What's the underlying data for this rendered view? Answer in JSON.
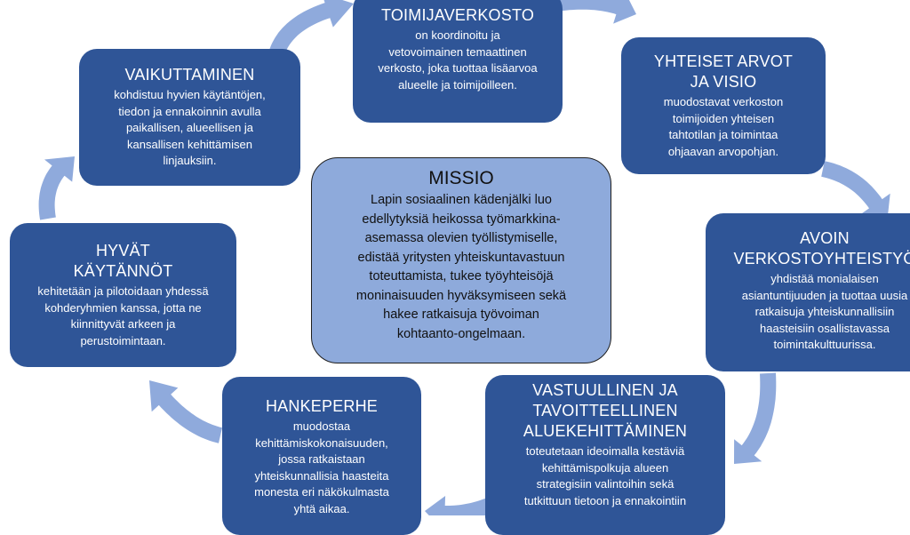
{
  "diagram": {
    "center": {
      "title": "MISSIO",
      "text_lines": [
        "Lapin sosiaalinen kädenjälki luo",
        "edellytyksiä heikossa työmarkkina-",
        "asemassa olevien työllistymiselle,",
        "edistää yritysten yhteiskuntavastuun",
        "toteuttamista, tukee työyhteisöjä",
        "moninaisuuden hyväksymiseen sekä",
        "hakee ratkaisuja työvoiman",
        "kohtaanto-ongelmaan."
      ]
    },
    "nodes": [
      {
        "id": "toimijaverkosto",
        "title_lines": [
          "TOIMIJAVERKOSTO"
        ],
        "text_lines": [
          "on koordinoitu ja",
          "vetovoimainen temaattinen",
          "verkosto, joka tuottaa lisäarvoa",
          "alueelle ja toimijoilleen."
        ]
      },
      {
        "id": "yhteiset-arvot",
        "title_lines": [
          "YHTEISET ARVOT",
          "JA VISIO"
        ],
        "text_lines": [
          "muodostavat verkoston",
          "toimijoiden yhteisen",
          "tahtotilan ja toimintaa",
          "ohjaavan arvopohjan."
        ]
      },
      {
        "id": "avoin-verkostoyhteistyo",
        "title_lines": [
          "AVOIN",
          "VERKOSTOYHTEISTYÖ"
        ],
        "text_lines": [
          "yhdistää monialaisen",
          "asiantuntijuuden ja tuottaa uusia",
          "ratkaisuja yhteiskunnallisiin",
          "haasteisiin osallistavassa",
          "toimintakulttuurissa."
        ]
      },
      {
        "id": "vastuullinen",
        "title_lines": [
          "VASTUULLINEN JA",
          "TAVOITTEELLINEN",
          "ALUEKEHITTÄMINEN"
        ],
        "text_lines": [
          "toteutetaan ideoimalla kestäviä",
          "kehittämispolkuja alueen",
          "strategisiin valintoihin sekä",
          "tutkittuun tietoon ja ennakointiin"
        ]
      },
      {
        "id": "hankeperhe",
        "title_lines": [
          "HANKEPERHE"
        ],
        "text_lines": [
          "muodostaa",
          "kehittämiskokonaisuuden,",
          "jossa ratkaistaan",
          "yhteiskunnallisia haasteita",
          "monesta eri näkökulmasta",
          "yhtä aikaa."
        ]
      },
      {
        "id": "hyvat-kaytannot",
        "title_lines": [
          "HYVÄT",
          "KÄYTÄNNÖT"
        ],
        "text_lines": [
          "kehitetään ja pilotoidaan yhdessä",
          "kohderyhmien kanssa, jotta ne",
          "kiinnittyvät arkeen ja",
          "perustoimintaan."
        ]
      },
      {
        "id": "vaikuttaminen",
        "title_lines": [
          "VAIKUTTAMINEN"
        ],
        "text_lines": [
          "kohdistuu hyvien käytäntöjen,",
          "tiedon ja ennakoinnin avulla",
          "paikallisen, alueellisen ja",
          "kansallisen kehittämisen",
          "linjauksiin."
        ]
      }
    ],
    "colors": {
      "node_fill": "#2f5597",
      "center_fill": "#8eaadb",
      "arrow_fill": "#8faadc",
      "text_light": "#ffffff",
      "text_dark": "#111111"
    }
  }
}
